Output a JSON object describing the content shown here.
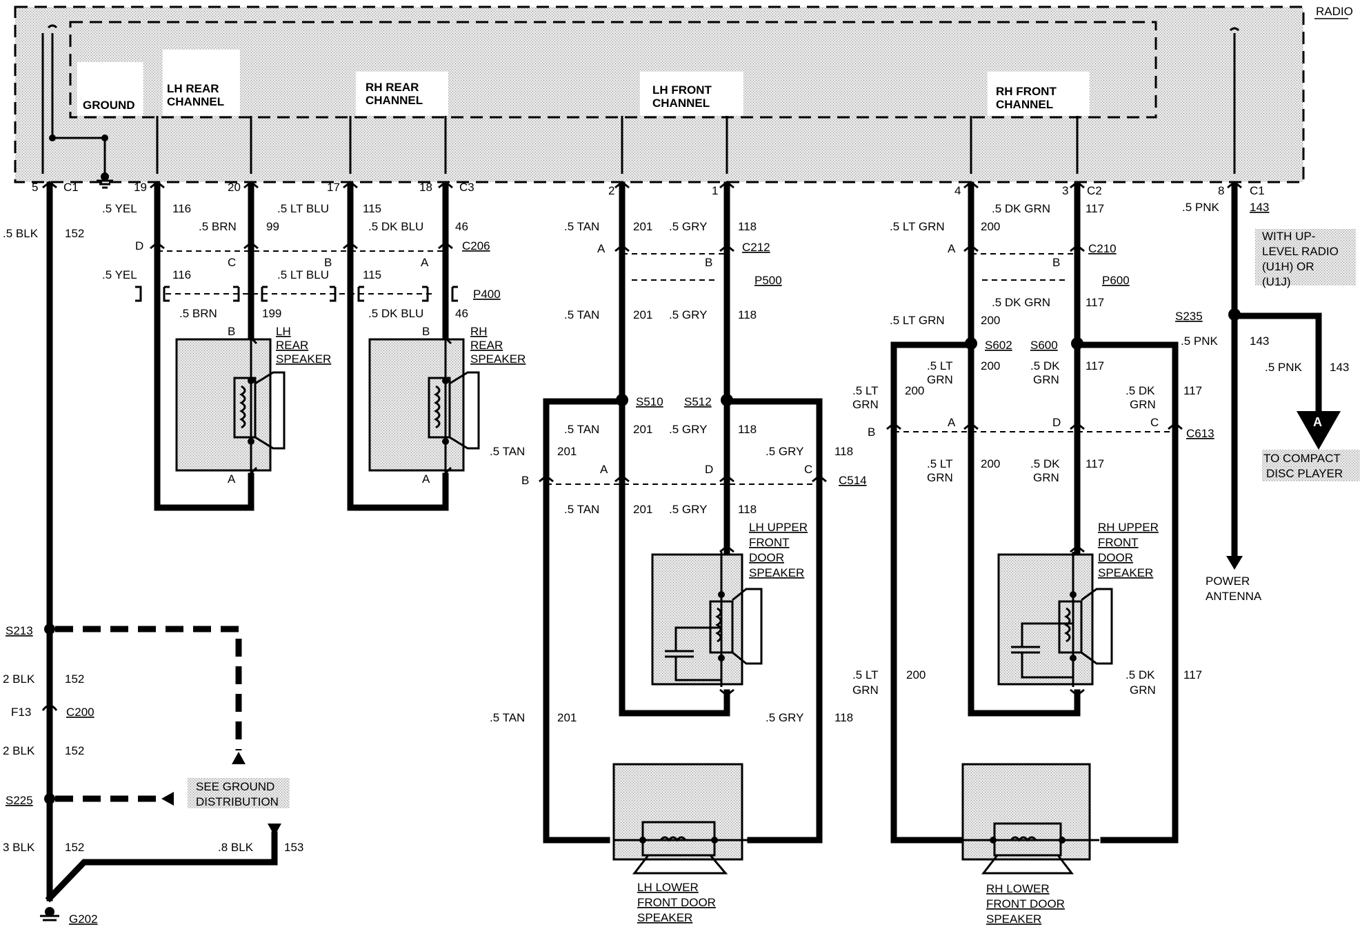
{
  "radio": {
    "label": "RADIO",
    "ground": "GROUND",
    "lh_rear_channel": [
      "LH REAR",
      "CHANNEL"
    ],
    "rh_rear_channel": [
      "RH REAR",
      "CHANNEL"
    ],
    "lh_front_channel": [
      "LH FRONT",
      "CHANNEL"
    ],
    "rh_front_channel": [
      "RH FRONT",
      "CHANNEL"
    ]
  },
  "pins": {
    "p5": "5",
    "c1a": "C1",
    "p19": "19",
    "p20": "20",
    "p17": "17",
    "p18": "18",
    "c3": "C3",
    "p2": "2",
    "p1": "1",
    "p4": "4",
    "p3": "3",
    "c2": "C2",
    "p8": "8",
    "c1b": "C1"
  },
  "wires": {
    "blk152": [
      ".5 BLK",
      "152"
    ],
    "yel116": [
      ".5 YEL",
      "116"
    ],
    "brn99": [
      ".5 BRN",
      "99"
    ],
    "ltblu115": [
      ".5 LT BLU",
      "115"
    ],
    "dkblu46": [
      ".5 DK BLU",
      "46"
    ],
    "yel116b": [
      ".5 YEL",
      "116"
    ],
    "ltblu_b": ".5 LT BLU",
    "n115b": "115",
    "brn199": [
      ".5 BRN",
      "199"
    ],
    "dkblu46b": [
      ".5 DK BLU",
      "46"
    ],
    "tan201a": [
      ".5 TAN",
      "201"
    ],
    "gry118a": [
      ".5 GRY",
      "118"
    ],
    "tan201b": [
      ".5 TAN",
      "201"
    ],
    "gry118b": [
      ".5 GRY",
      "118"
    ],
    "tan201c": [
      ".5 TAN",
      "201"
    ],
    "gry118c": [
      ".5 GRY",
      "118"
    ],
    "tan201d": [
      ".5 TAN",
      "201"
    ],
    "gry118d": [
      ".5 GRY",
      "118"
    ],
    "tan201e": [
      ".5 TAN",
      "201"
    ],
    "gry118e": [
      ".5 GRY",
      "118"
    ],
    "tan201f": [
      ".5 TAN",
      "201"
    ],
    "gry118f": [
      ".5 GRY",
      "118"
    ],
    "ltgrn200a": [
      ".5 LT GRN",
      "200"
    ],
    "dkgrn117a": [
      ".5 DK GRN",
      "117"
    ],
    "ltgrn200b": [
      ".5 LT GRN",
      "200"
    ],
    "dkgrn117b": [
      ".5 DK GRN",
      "117"
    ],
    "ltgrn_l1": [
      ".5 LT",
      "GRN",
      "200"
    ],
    "dkgrn_l1": [
      ".5 DK",
      "GRN",
      "117"
    ],
    "ltgrn_o1": [
      ".5 LT",
      "GRN",
      "200"
    ],
    "dkgrn_o1": [
      ".5 DK",
      "GRN",
      "117"
    ],
    "ltgrn_l2": [
      ".5 LT",
      "GRN",
      "200"
    ],
    "dkgrn_l2": [
      ".5 DK",
      "GRN",
      "117"
    ],
    "ltgrn_o2": [
      ".5 LT",
      "GRN",
      "200"
    ],
    "dkgrn_o2": [
      ".5 DK",
      "GRN",
      "117"
    ],
    "pnk143a": [
      ".5 PNK",
      "143"
    ],
    "pnk143b": [
      ".5 PNK",
      "143"
    ],
    "pnk143c": [
      ".5 PNK",
      "143"
    ],
    "blk2a": [
      "2 BLK",
      "152"
    ],
    "blk2b": [
      "2 BLK",
      "152"
    ],
    "blk3": [
      "3 BLK",
      "152"
    ],
    "blk8": [
      ".8 BLK",
      "153"
    ]
  },
  "connectors": {
    "c206": "C206",
    "p400": "P400",
    "c212": "C212",
    "p500": "P500",
    "c210": "C210",
    "p600": "P600",
    "c514": "C514",
    "c613": "C613",
    "c200": "C200",
    "f13": "F13",
    "D": "D",
    "C": "C",
    "B": "B",
    "A": "A"
  },
  "splices": {
    "s510": "S510",
    "s512": "S512",
    "s602": "S602",
    "s600": "S600",
    "s235": "S235",
    "s213": "S213",
    "s225": "S225"
  },
  "grounds": {
    "g202": "G202"
  },
  "components": {
    "lh_rear_speaker": [
      "LH",
      "REAR",
      "SPEAKER"
    ],
    "rh_rear_speaker": [
      "RH",
      "REAR",
      "SPEAKER"
    ],
    "lh_upper_front": [
      "LH UPPER",
      "FRONT",
      "DOOR",
      "SPEAKER"
    ],
    "rh_upper_front": [
      "RH UPPER",
      "FRONT",
      "DOOR",
      "SPEAKER"
    ],
    "lh_lower_front": [
      "LH LOWER",
      "FRONT DOOR",
      "SPEAKER"
    ],
    "rh_lower_front": [
      "RH LOWER",
      "FRONT DOOR",
      "SPEAKER"
    ]
  },
  "notes": {
    "uplevel": [
      "WITH UP-",
      "LEVEL RADIO",
      "(U1H) OR",
      "(U1J)"
    ],
    "to_cd": [
      "TO COMPACT",
      "DISC PLAYER"
    ],
    "cd_arrow": "A",
    "power_antenna": [
      "POWER",
      "ANTENNA"
    ],
    "ground_dist": [
      "SEE GROUND",
      "DISTRIBUTION"
    ]
  }
}
